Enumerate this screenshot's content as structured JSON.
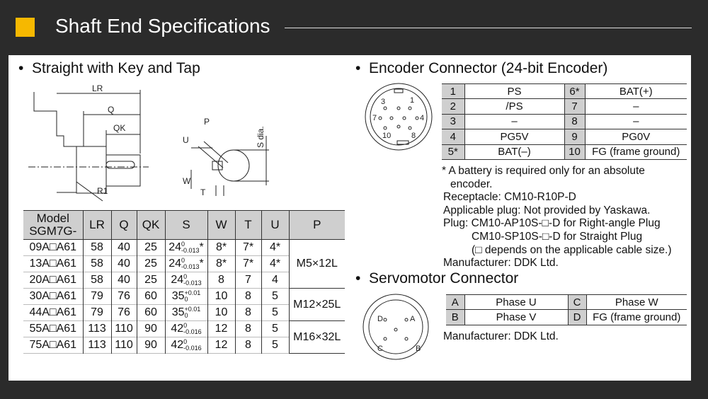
{
  "header": {
    "title": "Shaft End Specifications",
    "accent": "#f6b800"
  },
  "left": {
    "heading": "Straight with Key and Tap",
    "drawing_labels": {
      "lr": "LR",
      "q": "Q",
      "qk": "QK",
      "r1": "R1",
      "p": "P",
      "u": "U",
      "w": "W",
      "t": "T",
      "s": "S dia."
    },
    "table": {
      "headers": [
        "Model SGM7G-",
        "LR",
        "Q",
        "QK",
        "S",
        "W",
        "T",
        "U",
        "P"
      ],
      "rows": [
        {
          "model": "09A□A61",
          "lr": "58",
          "q": "40",
          "qk": "25",
          "s": "24",
          "s_upper": "0",
          "s_lower": "-0.013",
          "s_mark": "*",
          "w": "8*",
          "t": "7*",
          "u": "4*"
        },
        {
          "model": "13A□A61",
          "lr": "58",
          "q": "40",
          "qk": "25",
          "s": "24",
          "s_upper": "0",
          "s_lower": "-0.013",
          "s_mark": "*",
          "w": "8*",
          "t": "7*",
          "u": "4*"
        },
        {
          "model": "20A□A61",
          "lr": "58",
          "q": "40",
          "qk": "25",
          "s": "24",
          "s_upper": "0",
          "s_lower": "-0.013",
          "s_mark": "",
          "w": "8",
          "t": "7",
          "u": "4"
        },
        {
          "model": "30A□A61",
          "lr": "79",
          "q": "76",
          "qk": "60",
          "s": "35",
          "s_upper": "+0.01",
          "s_lower": "0",
          "s_mark": "",
          "w": "10",
          "t": "8",
          "u": "5"
        },
        {
          "model": "44A□A61",
          "lr": "79",
          "q": "76",
          "qk": "60",
          "s": "35",
          "s_upper": "+0.01",
          "s_lower": "0",
          "s_mark": "",
          "w": "10",
          "t": "8",
          "u": "5"
        },
        {
          "model": "55A□A61",
          "lr": "113",
          "q": "110",
          "qk": "90",
          "s": "42",
          "s_upper": "0",
          "s_lower": "-0.016",
          "s_mark": "",
          "w": "12",
          "t": "8",
          "u": "5"
        },
        {
          "model": "75A□A61",
          "lr": "113",
          "q": "110",
          "qk": "90",
          "s": "42",
          "s_upper": "0",
          "s_lower": "-0.016",
          "s_mark": "",
          "w": "12",
          "t": "8",
          "u": "5"
        }
      ],
      "p_groups": [
        "M5×12L",
        "M12×25L",
        "M16×32L"
      ]
    }
  },
  "encoder": {
    "heading": "Encoder Connector (24-bit Encoder)",
    "pin_labels": [
      "3",
      "1",
      "7",
      "4",
      "10",
      "8"
    ],
    "pins": [
      [
        "1",
        "PS",
        "6*",
        "BAT(+)"
      ],
      [
        "2",
        "/PS",
        "7",
        "–"
      ],
      [
        "3",
        "–",
        "8",
        "–"
      ],
      [
        "4",
        "PG5V",
        "9",
        "PG0V"
      ],
      [
        "5*",
        "BAT(–)",
        "10",
        "FG (frame ground)"
      ]
    ],
    "notes": [
      "* A battery is required only for an absolute",
      "encoder.",
      "Receptacle: CM10-R10P-D",
      "Applicable plug: Not provided by Yaskawa.",
      "Plug: CM10-AP10S-□-D for Right-angle Plug",
      "CM10-SP10S-□-D for Straight Plug",
      "(□ depends on the applicable cable size.)",
      "Manufacturer: DDK Ltd."
    ]
  },
  "servo": {
    "heading": "Servomotor Connector",
    "pin_labels": [
      "D",
      "A",
      "C",
      "B"
    ],
    "pins": [
      [
        "A",
        "Phase U",
        "C",
        "Phase W"
      ],
      [
        "B",
        "Phase V",
        "D",
        "FG (frame ground)"
      ]
    ],
    "manufacturer": "Manufacturer: DDK Ltd."
  }
}
